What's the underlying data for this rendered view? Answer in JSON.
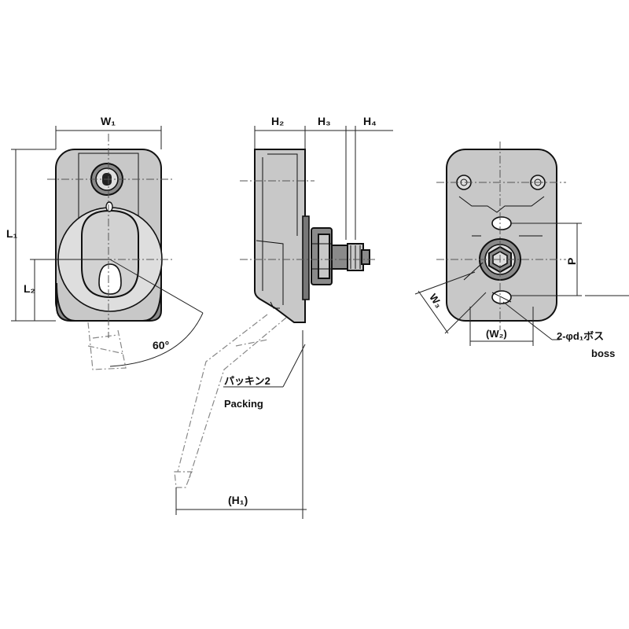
{
  "labels": {
    "w1": "W₁",
    "l1": "L₁",
    "l2": "L₂",
    "angle": "60°",
    "h2": "H₂",
    "h3": "H₃",
    "h4": "H₄",
    "packing_jp": "パッキン2",
    "packing_en": "Packing",
    "h1": "(H₁)",
    "w3": "W₃",
    "w2": "(W₂)",
    "p": "P",
    "boss_jp": "2-φd₁ボス",
    "boss_en": "boss"
  },
  "colors": {
    "body_fill": "#c8c8c8",
    "dark_fill": "#8a8a8a",
    "line": "#111111"
  }
}
